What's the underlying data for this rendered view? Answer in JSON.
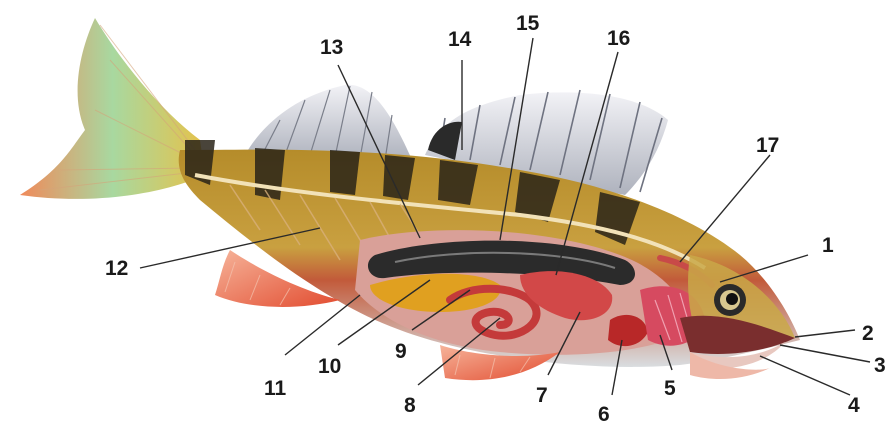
{
  "diagram": {
    "labels": [
      "1",
      "2",
      "3",
      "4",
      "5",
      "6",
      "7",
      "8",
      "9",
      "10",
      "11",
      "12",
      "13",
      "14",
      "15",
      "16",
      "17"
    ],
    "colors": {
      "body_upper": "#b8891e",
      "body_lower": "#d7dde0",
      "stripe": "#2a2418",
      "fin_red": "#e86a4a",
      "fin_spiny": "#c9cdd6",
      "organ_red": "#c43a3a",
      "liver": "#e0a020",
      "swim_bladder": "#2b2b2b"
    }
  }
}
